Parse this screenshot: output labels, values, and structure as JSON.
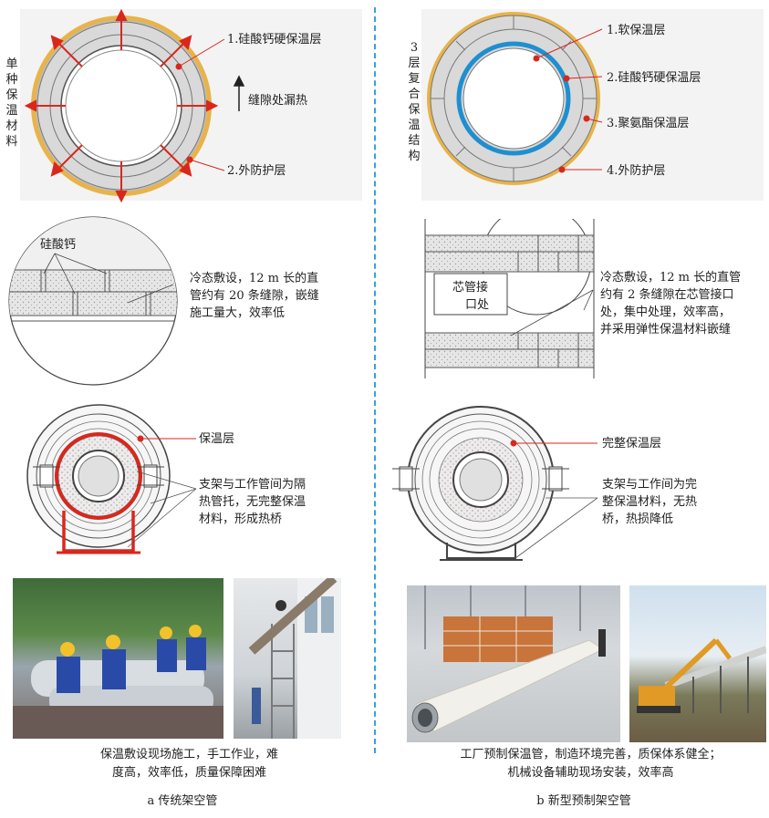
{
  "left": {
    "side_label": "单种保温材料",
    "section1": {
      "label1": "1.硅酸钙硬保温层",
      "label2": "2.外防护层",
      "arrow_label": "缝隙处漏热"
    },
    "section2": {
      "inner_label": "硅酸钙",
      "desc": [
        "冷态敷设，12 m 长的直",
        "管约有 20 条缝隙，嵌缝",
        "施工量大，效率低"
      ]
    },
    "section3": {
      "label": "保温层",
      "desc": [
        "支架与工作管间为隔",
        "热管托，无完整保温",
        "材料，形成热桥"
      ]
    },
    "caption": [
      "保温敷设现场施工，手工作业，难",
      "度高，效率低，质量保障困难"
    ],
    "sub_caption": "a  传统架空管"
  },
  "right": {
    "side_label": "3层复合保温结构",
    "section1": {
      "label1": "1.软保温层",
      "label2": "2.硅酸钙硬保温层",
      "label3": "3.聚氨酯保温层",
      "label4": "4.外防护层"
    },
    "section2": {
      "inner_label": [
        "芯管接",
        "口处"
      ],
      "desc": [
        "冷态敷设，12 m 长的直管",
        "约有 2 条缝隙在芯管接口",
        "处，集中处理，效率高，",
        "并采用弹性保温材料嵌缝"
      ]
    },
    "section3": {
      "label": "完整保温层",
      "desc": [
        "支架与工作间为完",
        "整保温材料，无热",
        "桥，热损降低"
      ]
    },
    "caption": [
      "工厂预制保温管，制造环境完善，质保体系健全；",
      "机械设备辅助现场安装，效率高"
    ],
    "sub_caption": "b  新型预制架空管"
  },
  "colors": {
    "divider": "#3aa0d8",
    "outer_jacket": "#e8b34a",
    "heat_leak": "#d9271d",
    "soft_layer": "#1e8fd0",
    "insulation_gray": "#d9d9d9"
  }
}
